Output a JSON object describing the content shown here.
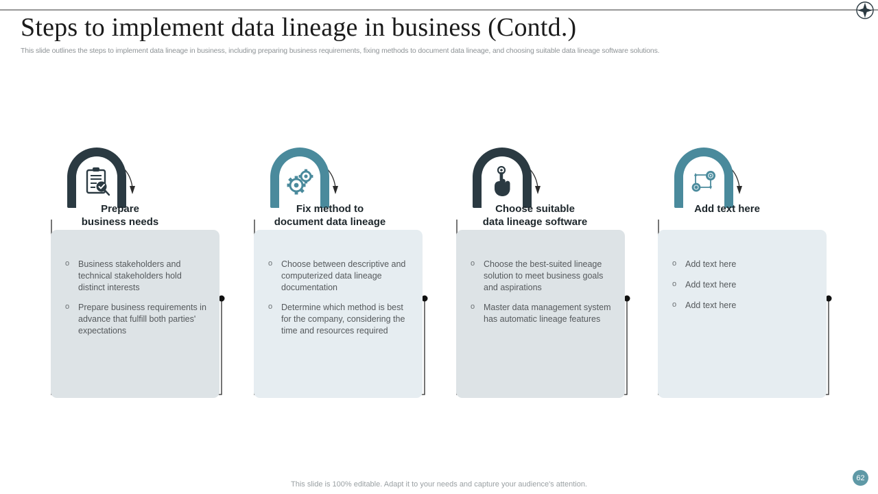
{
  "header": {
    "title": "Steps to implement data lineage in business (Contd.)",
    "subtitle": "This slide outlines the steps to implement data lineage in business, including preparing business requirements, fixing methods to document data lineage, and choosing suitable data lineage software solutions.",
    "logo_icon": "four-point-star-logo"
  },
  "colors": {
    "dark": "#2b3a42",
    "teal": "#4a8a9c",
    "card_gray": "#dde3e6",
    "card_blue": "#e6edf1",
    "badge": "#5f99a6",
    "body_text": "#55595c"
  },
  "steps": [
    {
      "heading": "Prepare\nbusiness needs",
      "heading_line1": "Prepare",
      "heading_line2": "business needs",
      "icon": "clipboard-check-icon",
      "arch_style": "dark",
      "card_style": "gray",
      "bullets": [
        "Business stakeholders and technical stakeholders hold distinct interests",
        "Prepare business requirements in advance that fulfill both parties' expectations"
      ]
    },
    {
      "heading_line1": "Fix method to",
      "heading_line2": "document data lineage",
      "icon": "gears-icon",
      "arch_style": "teal",
      "card_style": "blue",
      "bullets": [
        "Choose between descriptive and computerized data lineage documentation",
        "Determine which method is best for the company, considering the time and resources required"
      ]
    },
    {
      "heading_line1": "Choose suitable",
      "heading_line2": "data lineage software",
      "icon": "pointing-hand-icon",
      "arch_style": "dark",
      "card_style": "gray",
      "bullets": [
        "Choose the best-suited lineage solution to meet business goals and aspirations",
        "Master data management system has automatic lineage features"
      ]
    },
    {
      "heading_line1": "Add text here",
      "heading_line2": "",
      "icon": "network-flow-icon",
      "arch_style": "teal",
      "card_style": "blue",
      "bullets": [
        "Add text here",
        "Add text here",
        "Add text here"
      ]
    }
  ],
  "footer": {
    "note": "This slide is 100% editable. Adapt it to your needs and capture your audience's attention.",
    "page_number": "62"
  }
}
